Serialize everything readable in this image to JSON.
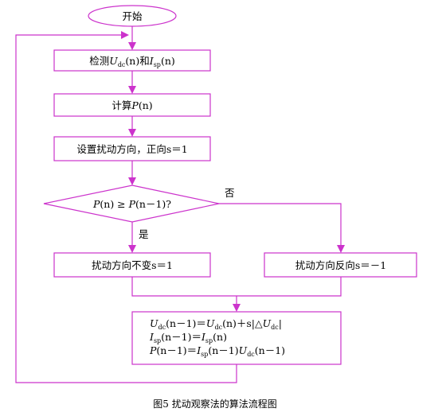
{
  "nodes": {
    "start": "开始",
    "detect": {
      "prefix": "检测",
      "u_var": "U",
      "u_sub": "dc",
      "u_arg": "(n)",
      "and": "和",
      "i_var": "I",
      "i_sub": "sp",
      "i_arg": "(n)"
    },
    "compute": {
      "prefix": "计算",
      "var": "P",
      "arg": "(n)"
    },
    "set_dir": "设置扰动方向，正向s＝1",
    "decision": {
      "var1": "P",
      "arg1": "(n)",
      "op": " ≥ ",
      "var2": "P",
      "arg2": "(n－1)?"
    },
    "no_label": "否",
    "yes_label": "是",
    "keep_dir": "扰动方向不变s＝1",
    "reverse_dir": "扰动方向反向s＝－1",
    "update": {
      "line1": {
        "u1": "U",
        "s1": "dc",
        "t1": "(n－1)＝",
        "u2": "U",
        "s2": "dc",
        "t2": "(n)＋s|△",
        "u3": "U",
        "s3": "dc",
        "t3": "|"
      },
      "line2": {
        "i1": "I",
        "s1": "sp",
        "t1": "(n－1)＝",
        "i2": "I",
        "s2": "sp",
        "t2": "(n)"
      },
      "line3": {
        "p": "P",
        "t1": "(n－1)＝",
        "i": "I",
        "s1": "sp",
        "t2": "(n－1)",
        "u": "U",
        "s2": "dc",
        "t3": "(n－1)"
      }
    }
  },
  "caption": "图5  扰动观察法的算法流程图",
  "colors": {
    "line": "#cc33cc",
    "text": "#000000"
  }
}
